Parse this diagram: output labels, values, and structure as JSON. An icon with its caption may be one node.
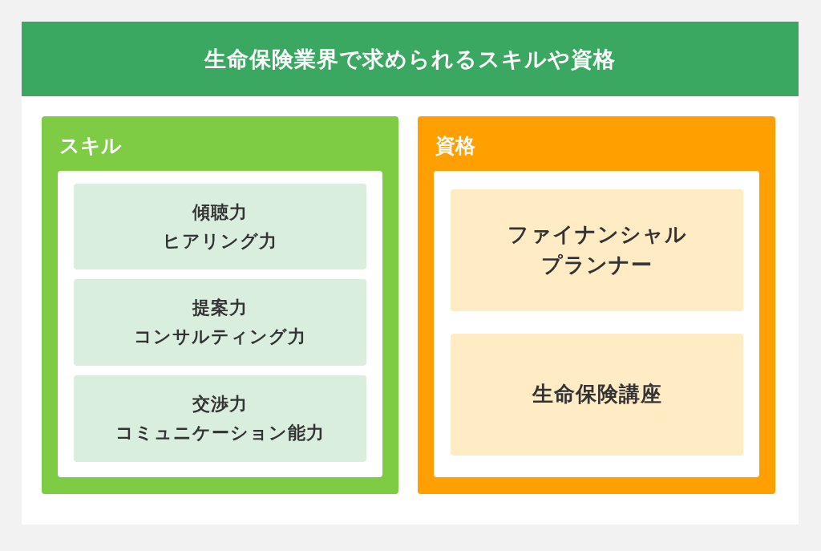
{
  "diagram": {
    "title": "生命保険業界で求められるスキルや資格",
    "nodes": [
      {
        "text": [
          "スキル"
        ]
      },
      {
        "text": [],
        "shape": "box",
        "in": 0
      },
      {
        "text": [
          "傾聴力",
          "ヒアリング力"
        ],
        "in": 1
      },
      {
        "text": [
          "提案力",
          "コンサルティング力"
        ],
        "in": 1
      },
      {
        "text": [
          "交渉力",
          "コミュニケーション能力"
        ],
        "in": 1
      },
      {
        "text": [
          "資格"
        ]
      },
      {
        "text": [],
        "shape": "box",
        "in": 5
      },
      {
        "text": [
          "ファイナンシャルプランナー"
        ],
        "in": 6
      },
      {
        "text": [
          "生命保険講座"
        ],
        "in": 6
      }
    ]
  }
}
